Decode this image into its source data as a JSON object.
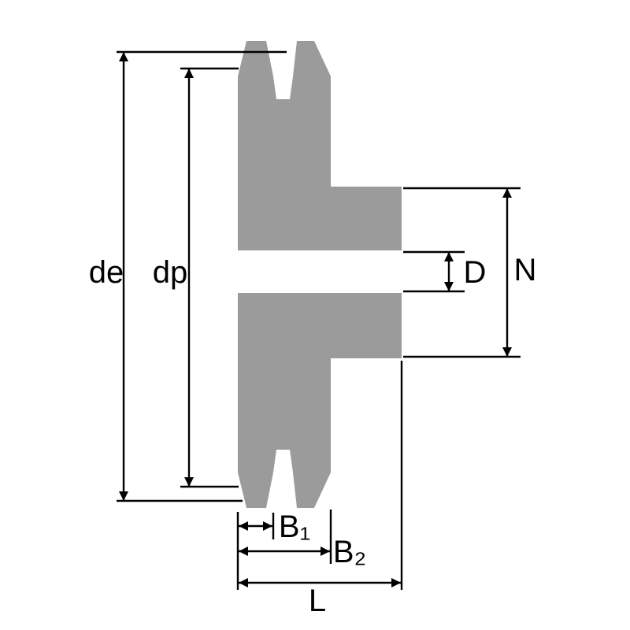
{
  "diagram": {
    "colors": {
      "fill": "#9b9b9b",
      "bore": "#ffffff",
      "line": "#000000",
      "background": "#ffffff"
    },
    "labels": {
      "tip_diameter": "de",
      "pitch_diameter": "dp",
      "bore_diameter": "D",
      "hub_diameter": "N",
      "width_b1": "B₁",
      "width_b2": "B₂",
      "length": "L"
    }
  }
}
